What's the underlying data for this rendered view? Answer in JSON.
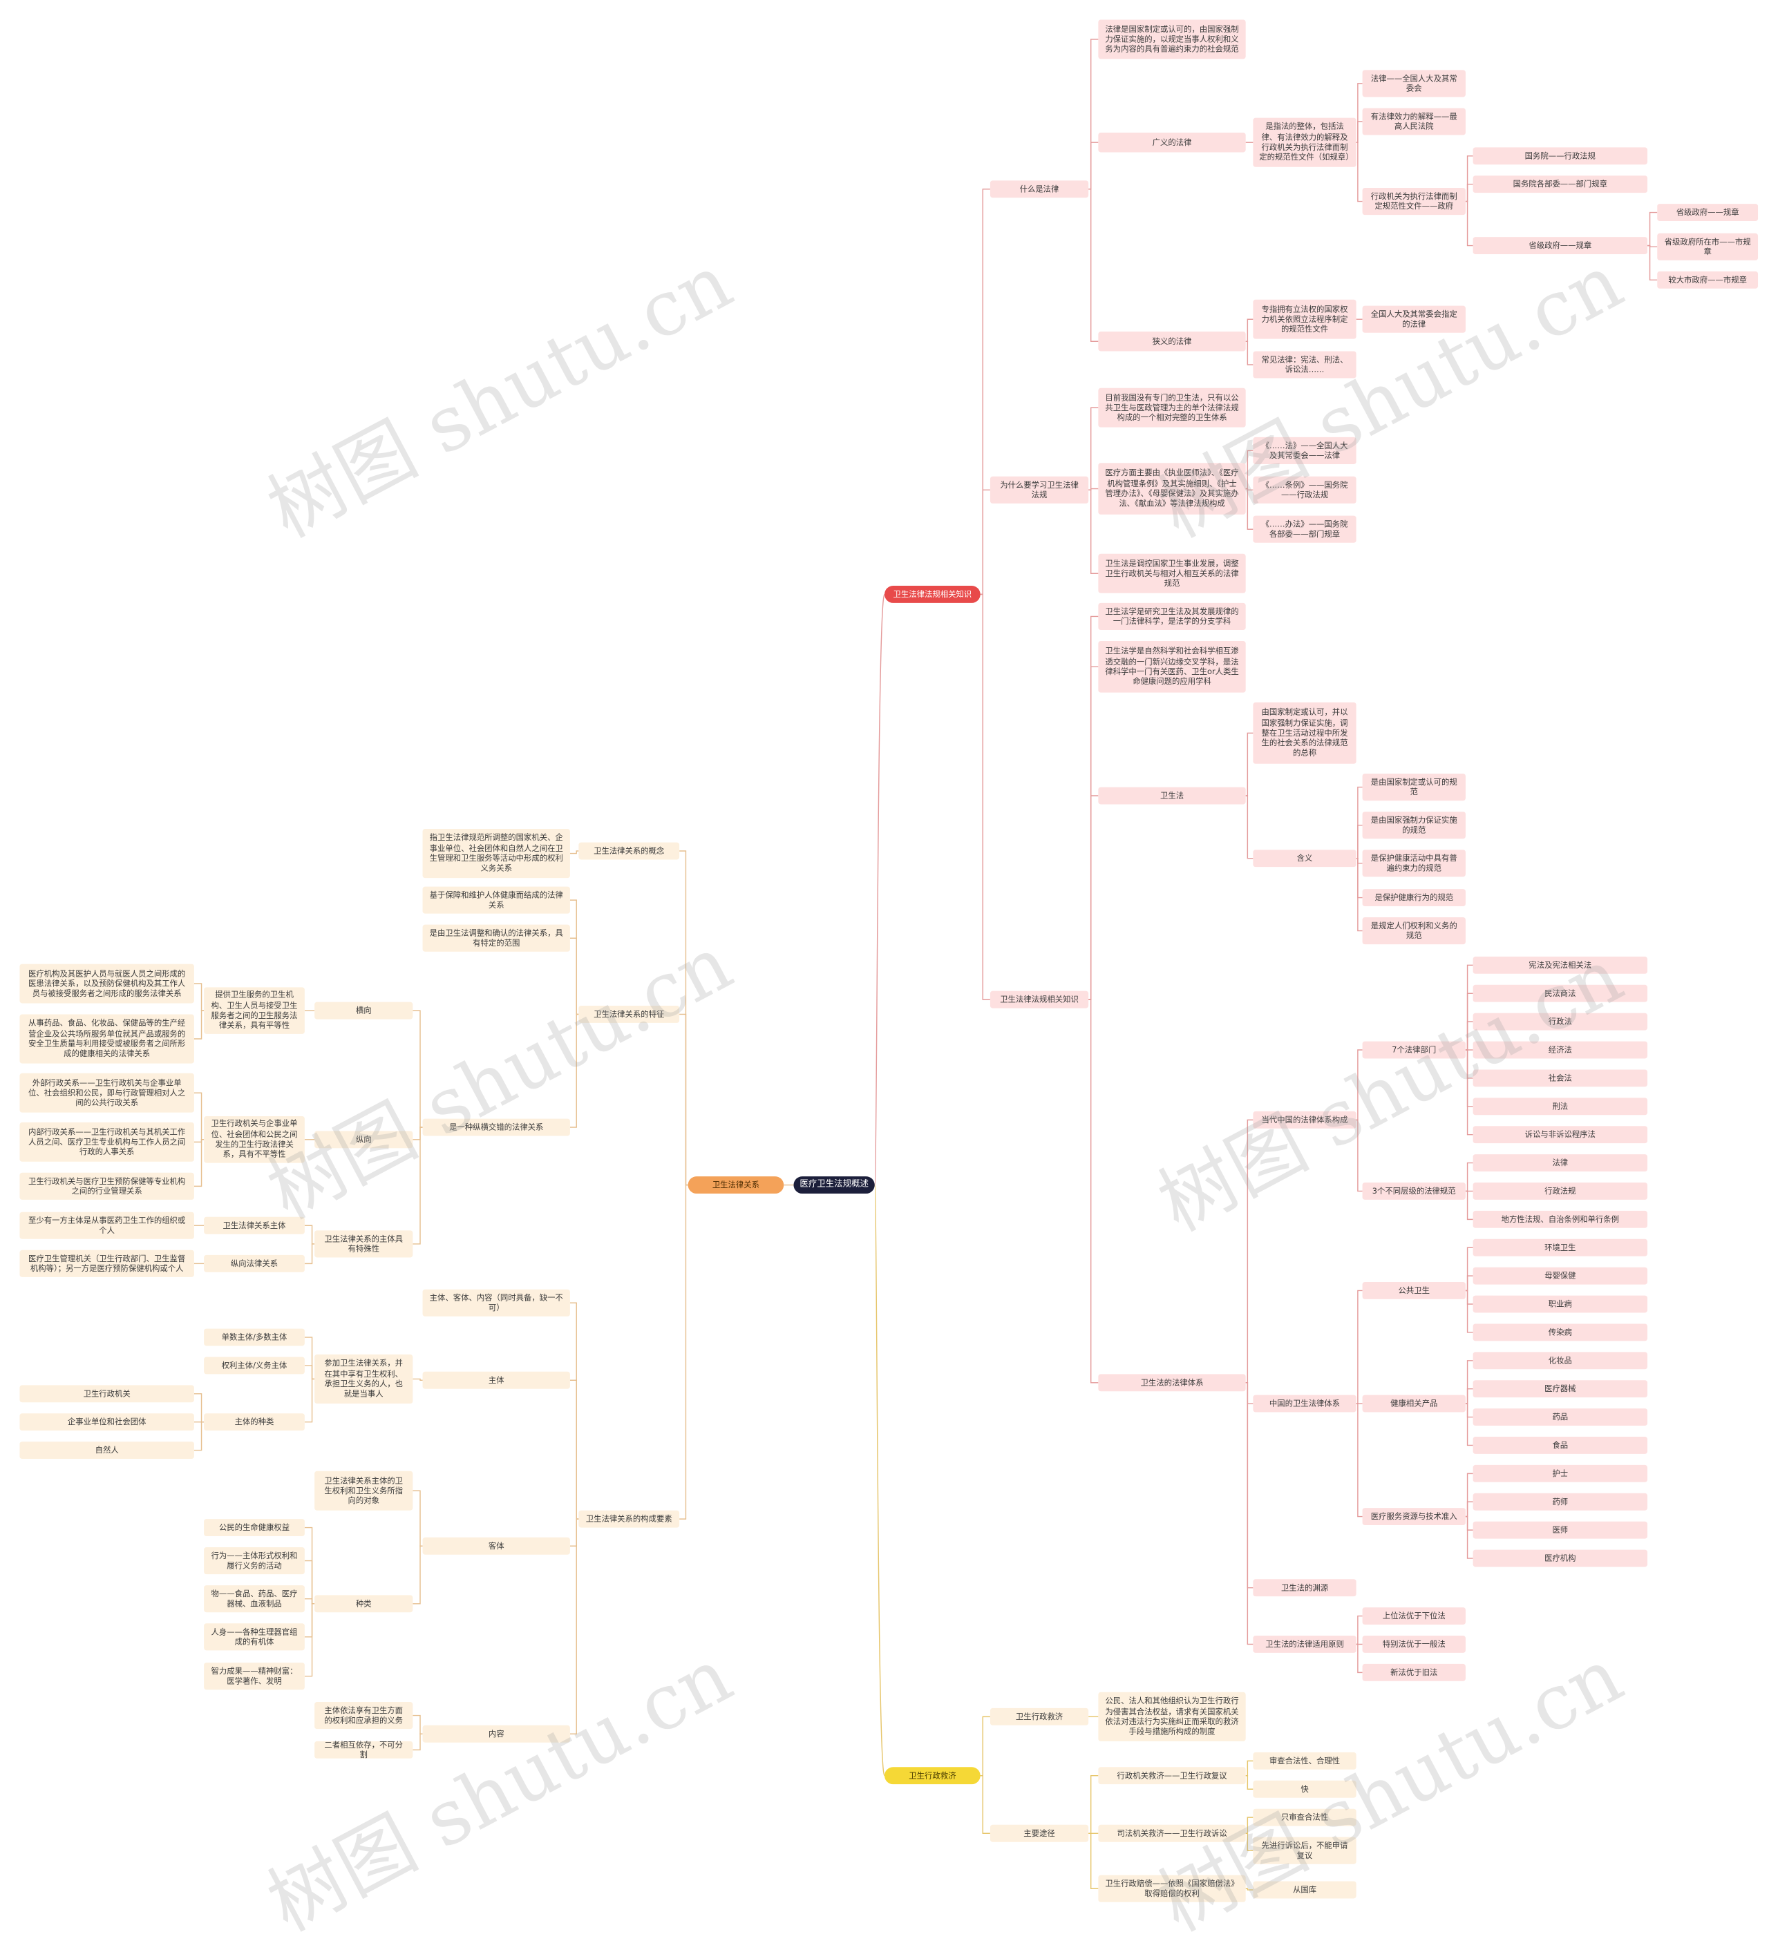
{
  "root": {
    "label": "医疗卫生法规概述"
  },
  "watermark": "树图 shutu.cn",
  "colors": {
    "root": "#1c1f3b",
    "branch1": "#e84a4a",
    "branch2": "#f4a259",
    "branch3": "#f5d836",
    "pink_node": "#fde0e0",
    "cream_node": "#fdf0de"
  },
  "branches": {
    "b1": {
      "label": "卫生法律法规相关知识"
    },
    "b2": {
      "label": "卫生法律关系"
    },
    "b3": {
      "label": "卫生行政救济"
    }
  },
  "b1": {
    "what_is_law": "什么是法律",
    "law_def": "法律是国家制定或认可的，由国家强制力保证实施的，以规定当事人权利和义务为内容的具有普遍约束力的社会规范",
    "broad_law": "广义的法律",
    "broad_desc": "是指法的整体，包括法律、有法律效力的解释及行政机关为执行法律而制定的规范性文件（如规章）",
    "law_npc": "法律——全国人大及其常委会",
    "interp": "有法律效力的解释——最高人民法院",
    "admin_docs": "行政机关为执行法律而制定规范性文件——政府",
    "state_council": "国务院——行政法规",
    "ministries": "国务院各部委——部门规章",
    "provincial": "省级政府——规章",
    "prov_gov": "省级政府——规章",
    "prov_city": "省级政府所在市——市规章",
    "large_city": "较大市政府——市规章",
    "narrow_law": "狭义的法律",
    "narrow_desc": "专指拥有立法权的国家权力机关依照立法程序制定的规范性文件",
    "npc_made": "全国人大及其常委会指定的法律",
    "common_law": "常见法律：宪法、刑法、诉讼法……",
    "why_study": "为什么要学习卫生法律法规",
    "why_1": "目前我国没有专门的卫生法，只有以公共卫生与医政管理为主的单个法律法规构成的一个相对完整的卫生体系",
    "why_2": "医疗方面主要由《执业医师法》、《医疗机构管理条例》及其实施细则、《护士管理办法》、《母婴保健法》及其实施办法、《献血法》等法律法规构成",
    "why_2a": "《……法》——全国人大及其常委会——法律",
    "why_2b": "《……条例》——国务院——行政法规",
    "why_2c": "《……办法》——国务院各部委——部门规章",
    "why_3": "卫生法是调控国家卫生事业发展，调整卫生行政机关与相对人相互关系的法律规范",
    "health_law_related": "卫生法律法规相关知识",
    "science_1": "卫生法学是研究卫生法及其发展规律的一门法律科学，是法学的分支学科",
    "science_2": "卫生法学是自然科学和社会科学相互渗透交融的一门新兴边缘交叉学科，是法律科学中一门有关医药、卫生or人类生命健康问题的应用学科",
    "health_law": "卫生法",
    "health_law_def": "由国家制定或认可，并以国家强制力保证实施，调整在卫生活动过程中所发生的社会关系的法律规范的总称",
    "meaning": "含义",
    "m1": "是由国家制定或认可的规范",
    "m2": "是由国家强制力保证实施的规范",
    "m3": "是保护健康活动中具有普遍约束力的规范",
    "m4": "是保护健康行为的规范",
    "m5": "是规定人们权利和义务的规范",
    "system": "卫生法的法律体系",
    "contemporary": "当代中国的法律体系构成",
    "seven_depts": "7个法律部门",
    "seven": [
      "宪法及宪法相关法",
      "民法商法",
      "行政法",
      "经济法",
      "社会法",
      "刑法",
      "诉讼与非诉讼程序法"
    ],
    "three_levels": "3个不同层级的法律规范",
    "three": [
      "法律",
      "行政法规",
      "地方性法规、自治条例和单行条例"
    ],
    "china_health": "中国的卫生法律体系",
    "public_health": "公共卫生",
    "ph": [
      "环境卫生",
      "母婴保健",
      "职业病",
      "传染病"
    ],
    "products": "健康相关产品",
    "pr": [
      "化妆品",
      "医疗器械",
      "药品",
      "食品"
    ],
    "resources": "医疗服务资源与技术准入",
    "rs": [
      "护士",
      "药师",
      "医师",
      "医疗机构"
    ],
    "sources": "卫生法的渊源",
    "principles": "卫生法的法律适用原则",
    "pp": [
      "上位法优于下位法",
      "特别法优于一般法",
      "新法优于旧法"
    ]
  },
  "b2": {
    "concept": "卫生法律关系的概念",
    "concept_desc": "指卫生法律规范所调整的国家机关、企事业单位、社会团体和自然人之间在卫生管理和卫生服务等活动中形成的权利义务关系",
    "features": "卫生法律关系的特征",
    "f1": "基于保障和维护人体健康而结成的法律关系",
    "f2": "是由卫生法调整和确认的法律关系，具有特定的范围",
    "f3": "是一种纵横交错的法律关系",
    "horizontal": "横向",
    "h_desc": "提供卫生服务的卫生机构、卫生人员与接受卫生服务者之间的卫生服务法律关系，具有平等性",
    "h1": "医疗机构及其医护人员与就医人员之间形成的医患法律关系，以及预防保健机构及其工作人员与被接受服务者之间形成的服务法律关系",
    "h2": "从事药品、食品、化妆品、保健品等的生产经营企业及公共场所服务单位就其产品或服务的安全卫生质量与利用接受或被服务者之间所形成的健康相关的法律关系",
    "vertical": "纵向",
    "v_desc": "卫生行政机关与企事业单位、社会团体和公民之间发生的卫生行政法律关系，具有不平等性",
    "v1": "外部行政关系——卫生行政机关与企事业单位、社会组织和公民，即与行政管理相对人之间的公共行政关系",
    "v2": "内部行政关系——卫生行政机关与其机关工作人员之间、医疗卫生专业机构与工作人员之间行政的人事关系",
    "v3": "卫生行政机关与医疗卫生预防保健等专业机构之间的行业管理关系",
    "subject_special": "卫生法律关系的主体具有特殊性",
    "s_subject": "卫生法律关系主体",
    "s_subject_desc": "至少有一方主体是从事医药卫生工作的组织或个人",
    "s_vertical": "纵向法律关系",
    "s_vertical_desc": "医疗卫生管理机关（卫生行政部门、卫生监督机构等）；另一方是医疗预防保健机构或个人",
    "elements": "卫生法律关系的构成要素",
    "e_desc": "主体、客体、内容（同时具备，缺一不可）",
    "subject": "主体",
    "subject_desc": "参加卫生法律关系，并在其中享有卫生权利、承担卫生义务的人，也就是当事人",
    "single": "单数主体/多数主体",
    "rights": "权利主体/义务主体",
    "types": "主体的种类",
    "t1": "卫生行政机关",
    "t2": "企事业单位和社会团体",
    "t3": "自然人",
    "object": "客体",
    "object_desc": "卫生法律关系主体的卫生权利和卫生义务所指向的对象",
    "kinds": "种类",
    "k1": "公民的生命健康权益",
    "k2": "行为——主体形式权利和履行义务的活动",
    "k3": "物——食品、药品、医疗器械、血液制品",
    "k4": "人身——各种生理器官组成的有机体",
    "k5": "智力成果——精神财富：医学著作、发明",
    "content": "内容",
    "c1": "主体依法享有卫生方面的权利和应承担的义务",
    "c2": "二者相互依存，不可分割"
  },
  "b3": {
    "relief": "卫生行政救济",
    "relief_desc": "公民、法人和其他组织认为卫生行政行为侵害其合法权益，请求有关国家机关依法对违法行为实施纠正而采取的救济手段与措施所构成的制度",
    "routes": "主要途径",
    "r1": "行政机关救济——卫生行政复议",
    "r1a": "审查合法性、合理性",
    "r1b": "快",
    "r2": "司法机关救济——卫生行政诉讼",
    "r2a": "只审查合法性",
    "r2b": "先进行诉讼后，不能申请复议",
    "r3": "卫生行政赔偿——依照《国家赔偿法》取得赔偿的权利",
    "r3a": "从国库"
  }
}
